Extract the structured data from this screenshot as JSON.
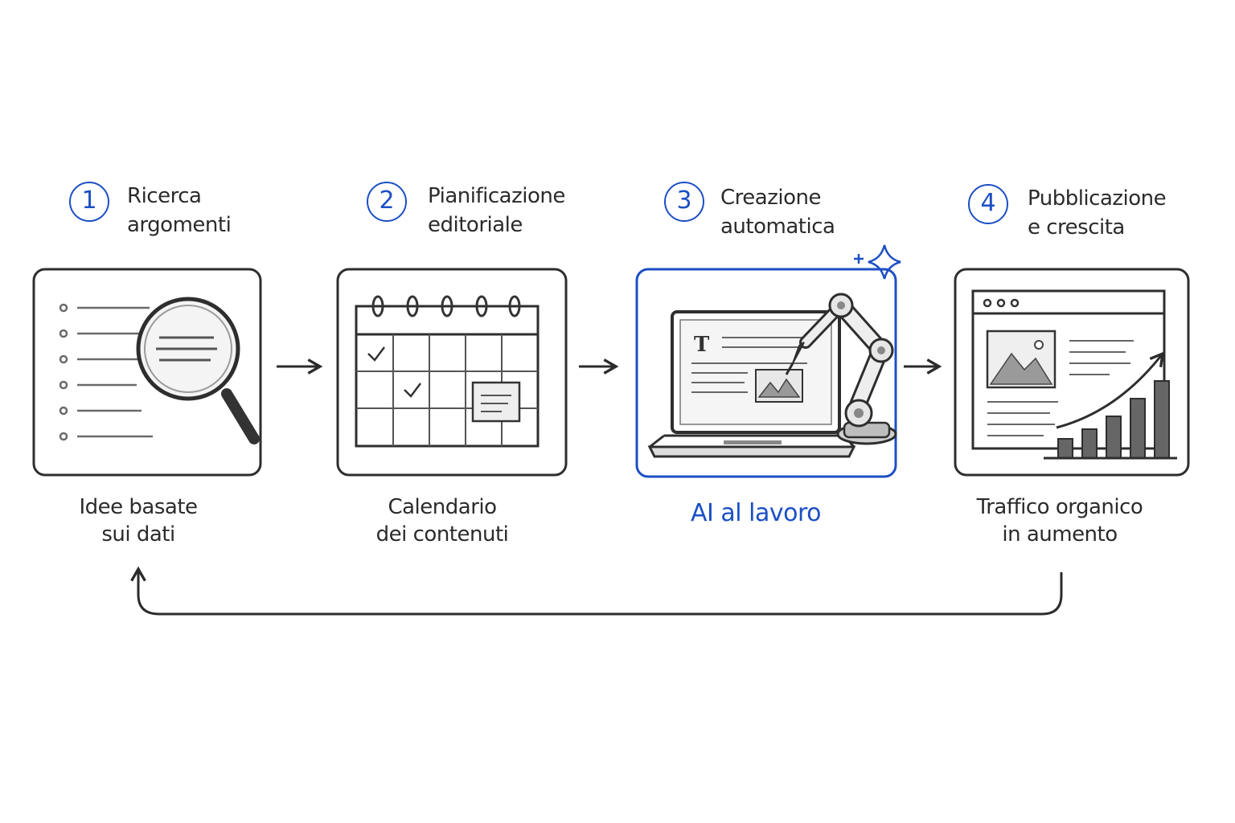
{
  "accent_color": "#1c4fc4",
  "ink_color": "#2b2b2b",
  "steps": [
    {
      "number": "1",
      "title_line1": "Ricerca",
      "title_line2": "argomenti",
      "caption_line1": "Idee basate",
      "caption_line2": "sui dati",
      "icon": "magnifier-list-icon"
    },
    {
      "number": "2",
      "title_line1": "Pianificazione",
      "title_line2": "editoriale",
      "caption_line1": "Calendario",
      "caption_line2": "dei contenuti",
      "icon": "calendar-icon"
    },
    {
      "number": "3",
      "title_line1": "Creazione",
      "title_line2": "automatica",
      "caption_line1": "AI al lavoro",
      "caption_line2": "",
      "icon": "robot-arm-laptop-icon"
    },
    {
      "number": "4",
      "title_line1": "Pubblicazione",
      "title_line2": "e crescita",
      "caption_line1": "Traffico organico",
      "caption_line2": "in aumento",
      "icon": "growth-chart-browser-icon"
    }
  ],
  "step3_laptop_glyph": "T"
}
